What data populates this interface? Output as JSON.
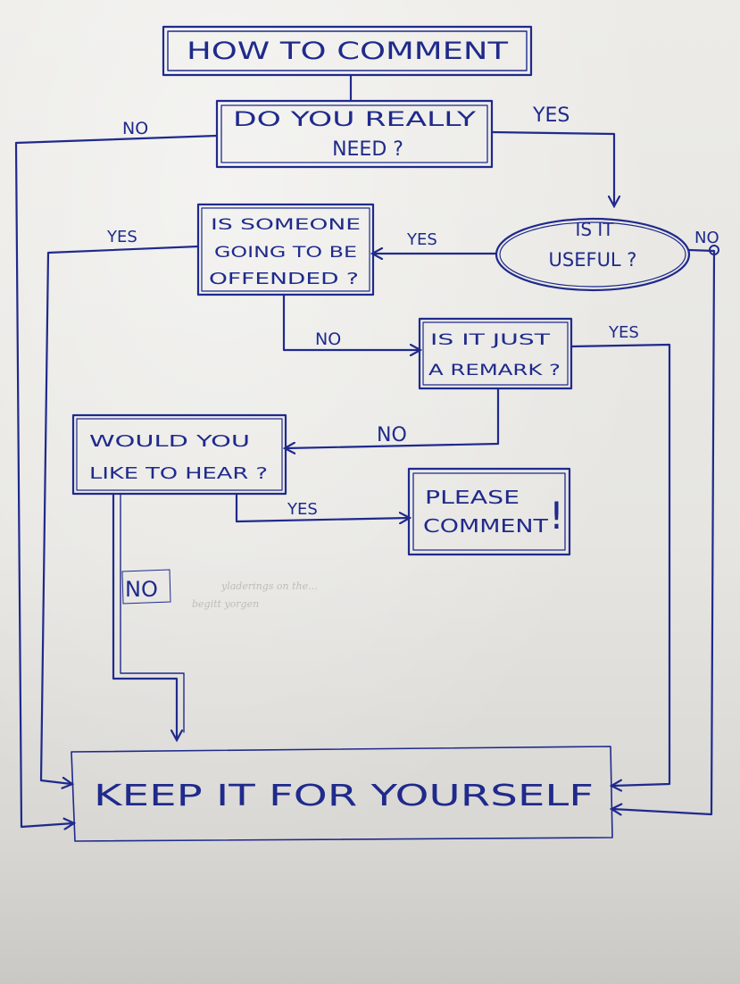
{
  "colors": {
    "ink": "#1f2a8c",
    "paper": "#e9e8e4"
  },
  "title": "HOW TO COMMENT",
  "nodes": {
    "really_need": {
      "line1": "DO YOU REALLY",
      "line2": "NEED ?"
    },
    "useful": {
      "line1": "IS IT",
      "line2": "USEFUL ?"
    },
    "offended": {
      "line1": "IS SOMEONE",
      "line2": "GOING TO BE",
      "line3": "OFFENDED ?"
    },
    "remark": {
      "line1": "IS IT JUST",
      "line2": "A REMARK ?"
    },
    "hear": {
      "line1": "WOULD YOU",
      "line2": "LIKE TO HEAR ?"
    },
    "please": {
      "line1": "PLEASE",
      "line2": "COMMENT",
      "mark": "!"
    },
    "keep": {
      "label": "KEEP IT FOR YOURSELF"
    }
  },
  "edges": {
    "need_no": "NO",
    "need_yes": "YES",
    "useful_yes": "YES",
    "useful_no": "NO",
    "offended_yes": "YES",
    "offended_no": "NO",
    "remark_yes": "YES",
    "remark_no": "NO",
    "hear_yes": "YES",
    "hear_no": "NO"
  },
  "faint_text": {
    "line1": "yladerings on the...",
    "line2": "begitt yorgen"
  }
}
